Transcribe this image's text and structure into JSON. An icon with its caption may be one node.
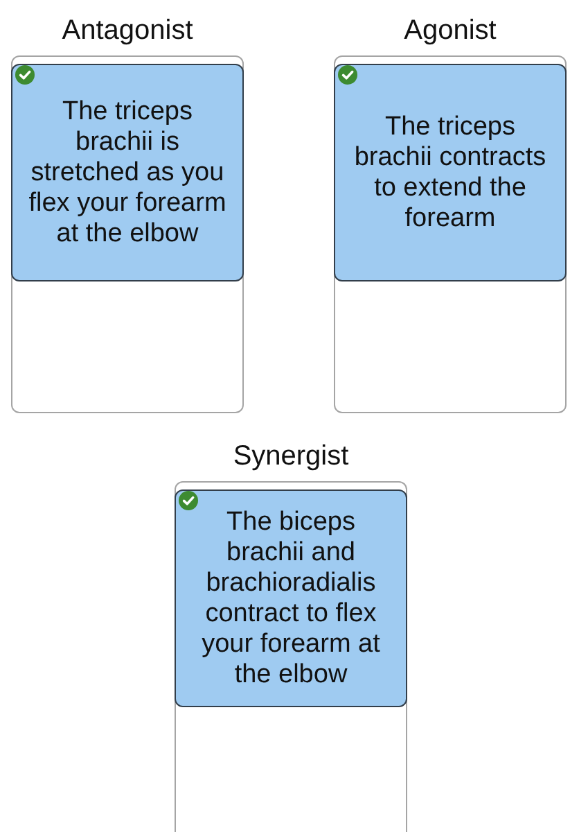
{
  "diagram": {
    "nodes": [
      {
        "text": [
          "Antagonist"
        ]
      },
      {
        "text": [
          "The triceps brachii is stretched as you flex your forearm at the elbow"
        ],
        "in": 0
      },
      {
        "text": [
          "Agonist"
        ]
      },
      {
        "text": [
          "The triceps brachii contracts to extend the forearm"
        ],
        "in": 2
      },
      {
        "text": [
          "Synergist"
        ]
      },
      {
        "text": [
          "The biceps brachii and brachioradialis contract to flex your forearm at the elbow"
        ],
        "in": 4
      }
    ]
  }
}
